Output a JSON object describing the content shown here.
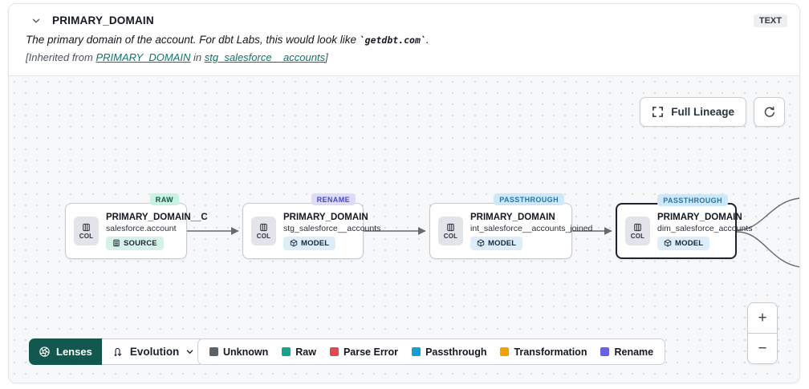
{
  "header": {
    "title": "PRIMARY_DOMAIN",
    "type_badge": "TEXT",
    "description": {
      "prefix": "The primary domain of the account. For dbt Labs, this would look like ",
      "code": "`getdbt.com`",
      "suffix": "."
    },
    "inherited": {
      "prefix": "[Inherited from ",
      "column_link": "PRIMARY_DOMAIN",
      "middle": " in ",
      "model_link": "stg_salesforce__accounts",
      "suffix": "]"
    }
  },
  "canvas": {
    "toolbar": {
      "full_lineage": "Full Lineage"
    },
    "nodes": [
      {
        "tag": "RAW",
        "title": "PRIMARY_DOMAIN__C",
        "subtitle": "salesforce.account",
        "resource": "SOURCE",
        "col": "COL"
      },
      {
        "tag": "RENAME",
        "title": "PRIMARY_DOMAIN",
        "subtitle": "stg_salesforce__accounts",
        "resource": "MODEL",
        "col": "COL"
      },
      {
        "tag": "PASSTHROUGH",
        "title": "PRIMARY_DOMAIN",
        "subtitle": "int_salesforce__accounts_joined",
        "resource": "MODEL",
        "col": "COL"
      },
      {
        "tag": "PASSTHROUGH",
        "title": "PRIMARY_DOMAIN",
        "subtitle": "dim_salesforce_accounts",
        "resource": "MODEL",
        "col": "COL"
      }
    ],
    "lenses": {
      "button": "Lenses",
      "selected": "Evolution"
    },
    "legend": [
      {
        "label": "Unknown",
        "color": "#5c6166"
      },
      {
        "label": "Raw",
        "color": "#17a38e"
      },
      {
        "label": "Parse Error",
        "color": "#e3484f"
      },
      {
        "label": "Passthrough",
        "color": "#139fd5"
      },
      {
        "label": "Transformation",
        "color": "#f0a108"
      },
      {
        "label": "Rename",
        "color": "#6862e6"
      }
    ],
    "zoom": {
      "in": "+",
      "out": "−"
    }
  }
}
